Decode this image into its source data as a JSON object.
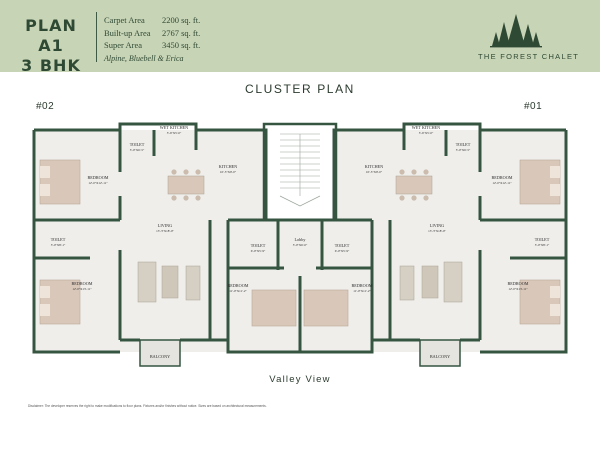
{
  "header": {
    "plan_name": "PLAN A1",
    "plan_type": "3 BHK",
    "carpet_label": "Carpet Area",
    "carpet_value": "2200 sq. ft.",
    "builtup_label": "Built-up Area",
    "builtup_value": "2767 sq. ft.",
    "super_label": "Super Area",
    "super_value": "3450 sq. ft.",
    "towers": "Alpine, Bluebell & Erica",
    "brand": "THE FOREST CHALET"
  },
  "plan": {
    "title": "CLUSTER PLAN",
    "unit_left": "#02",
    "unit_right": "#01",
    "bottom_label": "Valley View",
    "rooms": {
      "left_wet_kitchen": "WET KITCHEN",
      "left_wet_kitchen_dim": "5'-6\"X5'-0\"",
      "left_toilet_top": "TOILET",
      "left_toilet_top_dim": "5'-0\"X6'-5\"",
      "left_kitchen": "KITCHEN",
      "left_kitchen_dim": "10'-5\"X9'-0\"",
      "left_bedroom_top": "BEDROOM",
      "left_bedroom_top_dim": "12'-0\"X12'-11\"",
      "left_living": "LIVING",
      "left_living_dim": "13'-3\"X18'-0\"",
      "left_toilet_mid": "TOILET",
      "left_toilet_mid_dim": "5'-0\"X8'-1\"",
      "left_bedroom_bottom": "BEDROOM",
      "left_bedroom_bottom_dim": "12'-0\"X13'-11\"",
      "left_balcony": "BALCONY",
      "center_toilet_left": "TOILET",
      "center_toilet_left_dim": "6'-0\"X5'-9\"",
      "lobby": "Lobby",
      "lobby_dim": "5'-0\"X6'-0\"",
      "center_toilet_right": "TOILET",
      "center_toilet_right_dim": "6'-0\"X5'-9\"",
      "center_bedroom_left": "BEDROOM",
      "center_bedroom_left_dim": "11'-0\"X11'-2\"",
      "center_bedroom_right": "BEDROOM",
      "center_bedroom_right_dim": "11'-0\"X11'-2\"",
      "right_wet_kitchen": "WET KITCHEN",
      "right_wet_kitchen_dim": "5'-6\"X5'-0\"",
      "right_toilet_top": "TOILET",
      "right_toilet_top_dim": "5'-0\"X6'-5\"",
      "right_kitchen": "KITCHEN",
      "right_kitchen_dim": "10'-5\"X9'-0\"",
      "right_bedroom_top": "BEDROOM",
      "right_bedroom_top_dim": "12'-0\"X12'-11\"",
      "right_living": "LIVING",
      "right_living_dim": "13'-3\"X18'-0\"",
      "right_toilet_mid": "TOILET",
      "right_toilet_mid_dim": "5'-0\"X8'-1\"",
      "right_bedroom_bottom": "BEDROOM",
      "right_bedroom_bottom_dim": "12'-0\"X13'-11\"",
      "right_balcony": "BALCONY"
    }
  },
  "disclaimer": "Disclaimer: The developer reserves the right to make modifications to floor plans. Fixtures and/or finishes without notice. Sizes are based on architectural measurements.",
  "colors": {
    "header_bg": "#c8d4b6",
    "wall": "#355540",
    "floor": "#efeeeb",
    "bed": "#d9c7b9",
    "text_dark": "#2f4a34"
  },
  "icons": [
    "pine-trees-logo-icon",
    "staircase-icon",
    "bed-icon",
    "sofa-icon",
    "dining-table-icon"
  ]
}
